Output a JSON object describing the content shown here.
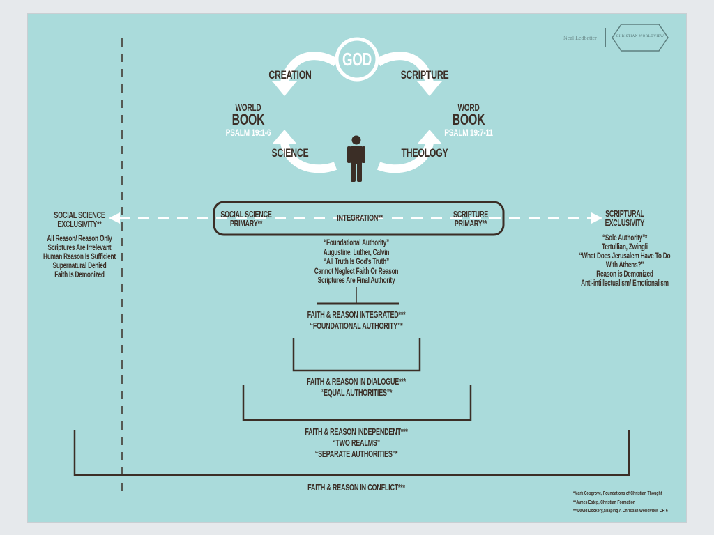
{
  "logo": {
    "author": "Neal Ledbetter",
    "brand": "CHRISTIAN WORLDVIEW"
  },
  "top": {
    "god": "GOD",
    "creation": "CREATION",
    "scripture": "SCRIPTURE",
    "world_book": [
      "WORLD",
      "BOOK"
    ],
    "world_psalm": "PSALM 19:1-6",
    "word_book": [
      "WORD",
      "BOOK"
    ],
    "word_psalm": "PSALM 19:7-11",
    "science": "SCIENCE",
    "theology": "THEOLOGY"
  },
  "spectrum": {
    "left_title": [
      "SOCIAL SCIENCE",
      "EXCLUSIVITY**"
    ],
    "left_items": [
      "All Reason/ Reason Only",
      "Scriptures Are Irrelevant",
      "Human Reason Is Sufficient",
      "Supernatural Denied",
      "Faith Is Demonized"
    ],
    "right_title": [
      "SCRIPTURAL",
      "EXCLUSIVITY"
    ],
    "right_items": [
      "“Sole Authority”*",
      "Tertullian, Zwingli",
      "“What Does Jerusalem Have To Do",
      "With Athens?”",
      "Reason is Demonized",
      "Anti-intillectualism/ Emotionalism"
    ],
    "box_left": [
      "SOCIAL SCIENCE",
      "PRIMARY**"
    ],
    "box_center": "INTEGRATION**",
    "box_right": [
      "SCRIPTURE",
      "PRIMARY**"
    ],
    "center_items": [
      "“Foundational Authority”",
      "Augustine, Luther, Calvin",
      "“All Truth Is God's Truth”",
      "Cannot Neglect Faith Or Reason",
      "Scriptures Are Final Authority"
    ]
  },
  "levels": [
    {
      "lines": [
        "FAITH & REASON INTEGRATED***",
        "“FOUNDATIONAL AUTHORITY”*"
      ]
    },
    {
      "lines": [
        "FAITH & REASON IN DIALOGUE***",
        "“EQUAL AUTHORITIES”*"
      ]
    },
    {
      "lines": [
        "FAITH & REASON INDEPENDENT***",
        "“TWO REALMS”",
        "“SEPARATE AUTHORITIES”*"
      ]
    },
    {
      "lines": [
        "FAITH & REASON IN CONFLICT***"
      ]
    }
  ],
  "footnotes": [
    "*Mark Cosgrove, Foundations of Christian Thought",
    "**James Estep, Christian Formation",
    "***David Dockery,Shaping A Christian Worldview, CH 6"
  ],
  "colors": {
    "background": "#aadbdb",
    "ink": "#3b2e26",
    "accent": "#ffffff"
  }
}
